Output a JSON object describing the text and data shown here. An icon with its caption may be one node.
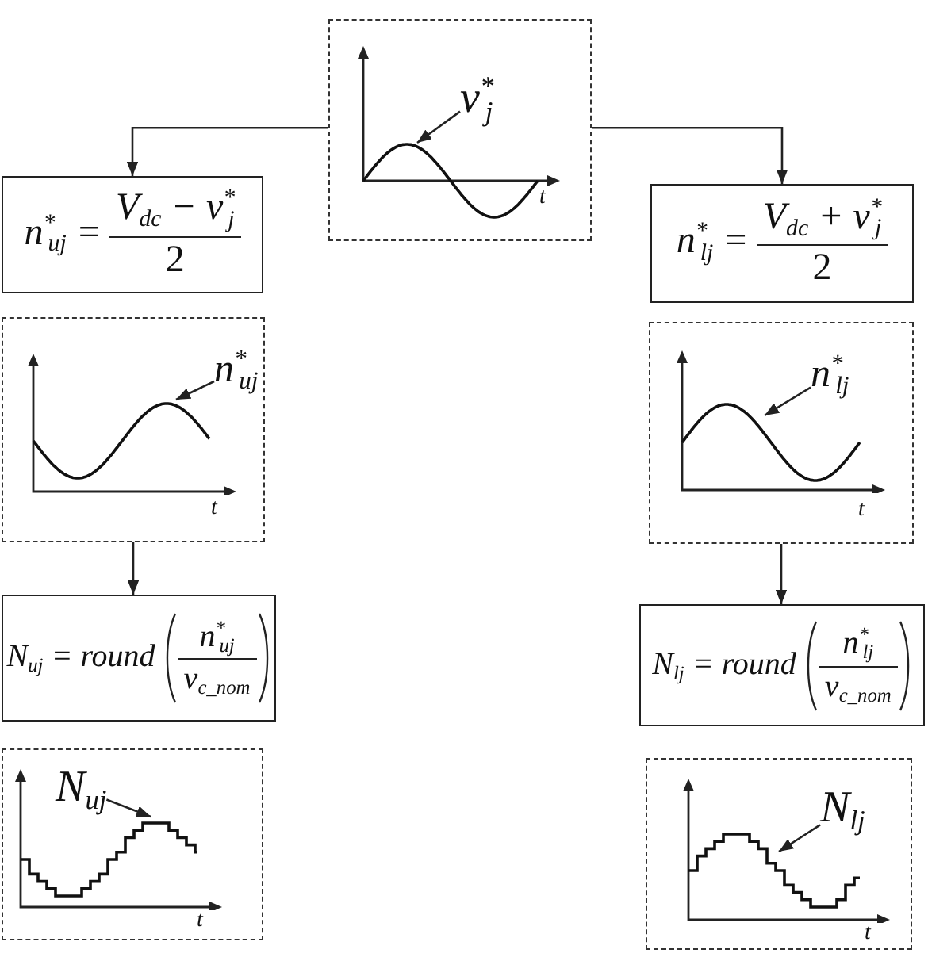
{
  "diagram": {
    "nodes": [
      {
        "text": [
          "t"
        ]
      },
      {
        "text": [
          "v$^{*}$$_{j}$"
        ],
        "in": 0
      },
      {
        "text": [
          "n$^{*}$$_{uj}$ =",
          "V$_{dc}$ − v$^{*}$$_{j}$",
          "2"
        ]
      },
      {
        "text": [
          "n$^{*}$$_{lj}$ =",
          "V$_{dc}$ + v$^{*}$$_{j}$",
          "2"
        ]
      },
      {
        "text": [
          "t"
        ]
      },
      {
        "text": [
          "n$^{*}$$_{uj}$"
        ],
        "in": 4
      },
      {
        "text": [
          "t"
        ]
      },
      {
        "text": [
          "n$^{*}$$_{lj}$"
        ],
        "in": 6
      },
      {
        "text": [
          "N$_{uj}$ = round",
          "n$^{*}$$_{uj}$",
          "v$_{c_nom}$"
        ]
      },
      {
        "text": [
          "N$_{lj}$ = round",
          "n$^{*}$$_{lj}$",
          "v$_{c_nom}$"
        ]
      },
      {
        "text": [
          "t"
        ]
      },
      {
        "text": [
          "N$_{uj}$"
        ],
        "in": 10
      },
      {
        "text": [
          "t"
        ]
      },
      {
        "text": [
          "N$_{lj}$"
        ],
        "in": 12
      }
    ],
    "edges": [
      {
        "from": 0,
        "to": 2,
        "arrow": "to"
      },
      {
        "from": 0,
        "to": 3,
        "arrow": "to"
      },
      {
        "from": 1,
        "to": null,
        "arrow": "to"
      },
      {
        "from": 5,
        "to": null,
        "arrow": "to"
      },
      {
        "from": 7,
        "to": null,
        "arrow": "to"
      },
      {
        "from": 4,
        "to": 8,
        "arrow": "to"
      },
      {
        "from": 6,
        "to": 9,
        "arrow": "to"
      },
      {
        "from": 11,
        "to": null,
        "arrow": "to"
      },
      {
        "from": 13,
        "to": null,
        "arrow": "to"
      }
    ]
  }
}
